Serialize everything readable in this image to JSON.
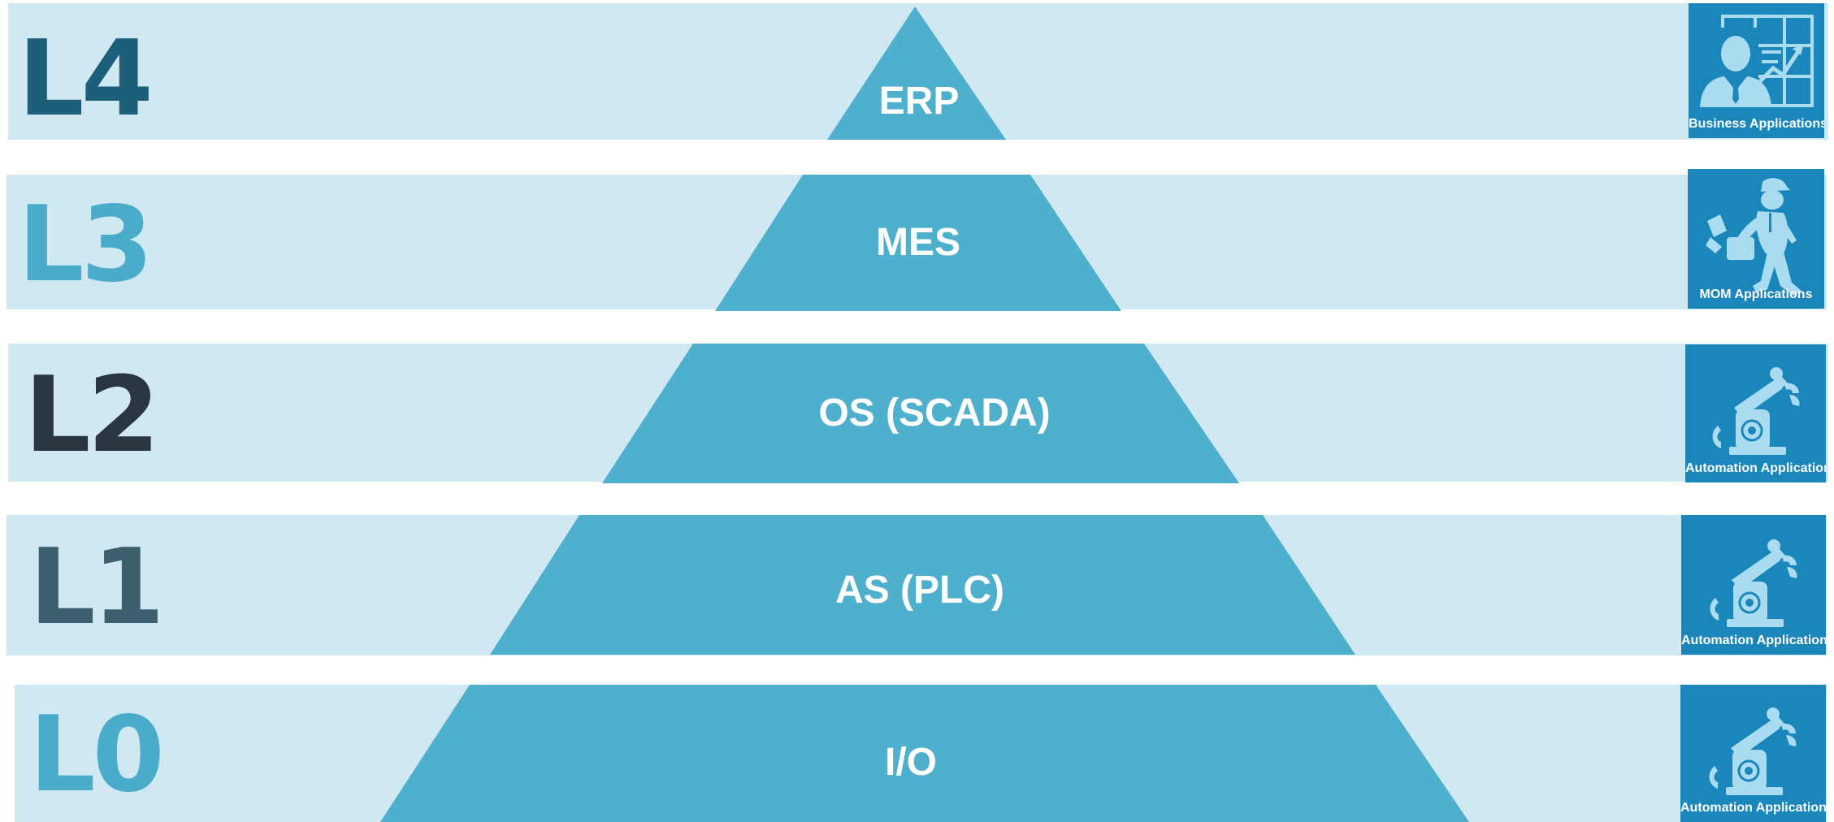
{
  "levels": [
    {
      "id": "L4",
      "label": "L4",
      "tier": "ERP",
      "app": "Business Applications",
      "icon": "business-analyst-icon",
      "level_color": "#1d5f78"
    },
    {
      "id": "L3",
      "label": "L3",
      "tier": "MES",
      "app": "MOM Applications",
      "icon": "factory-worker-icon",
      "level_color": "#4aacca"
    },
    {
      "id": "L2",
      "label": "L2",
      "tier": "OS (SCADA)",
      "app": "Automation Applications",
      "icon": "robot-arm-icon",
      "level_color": "#2b3540"
    },
    {
      "id": "L1",
      "label": "L1",
      "tier": "AS (PLC)",
      "app": "Automation Applications",
      "icon": "robot-arm-icon",
      "level_color": "#3c5f6d"
    },
    {
      "id": "L0",
      "label": "L0",
      "tier": "I/O",
      "app": "Automation Applications",
      "icon": "robot-arm-icon",
      "level_color": "#4aacca"
    }
  ],
  "colors": {
    "band": "#cfe8f1",
    "pyramid": "#4eb0cd",
    "app_box": "#1b86b9",
    "icon": "#a9dcf1"
  }
}
